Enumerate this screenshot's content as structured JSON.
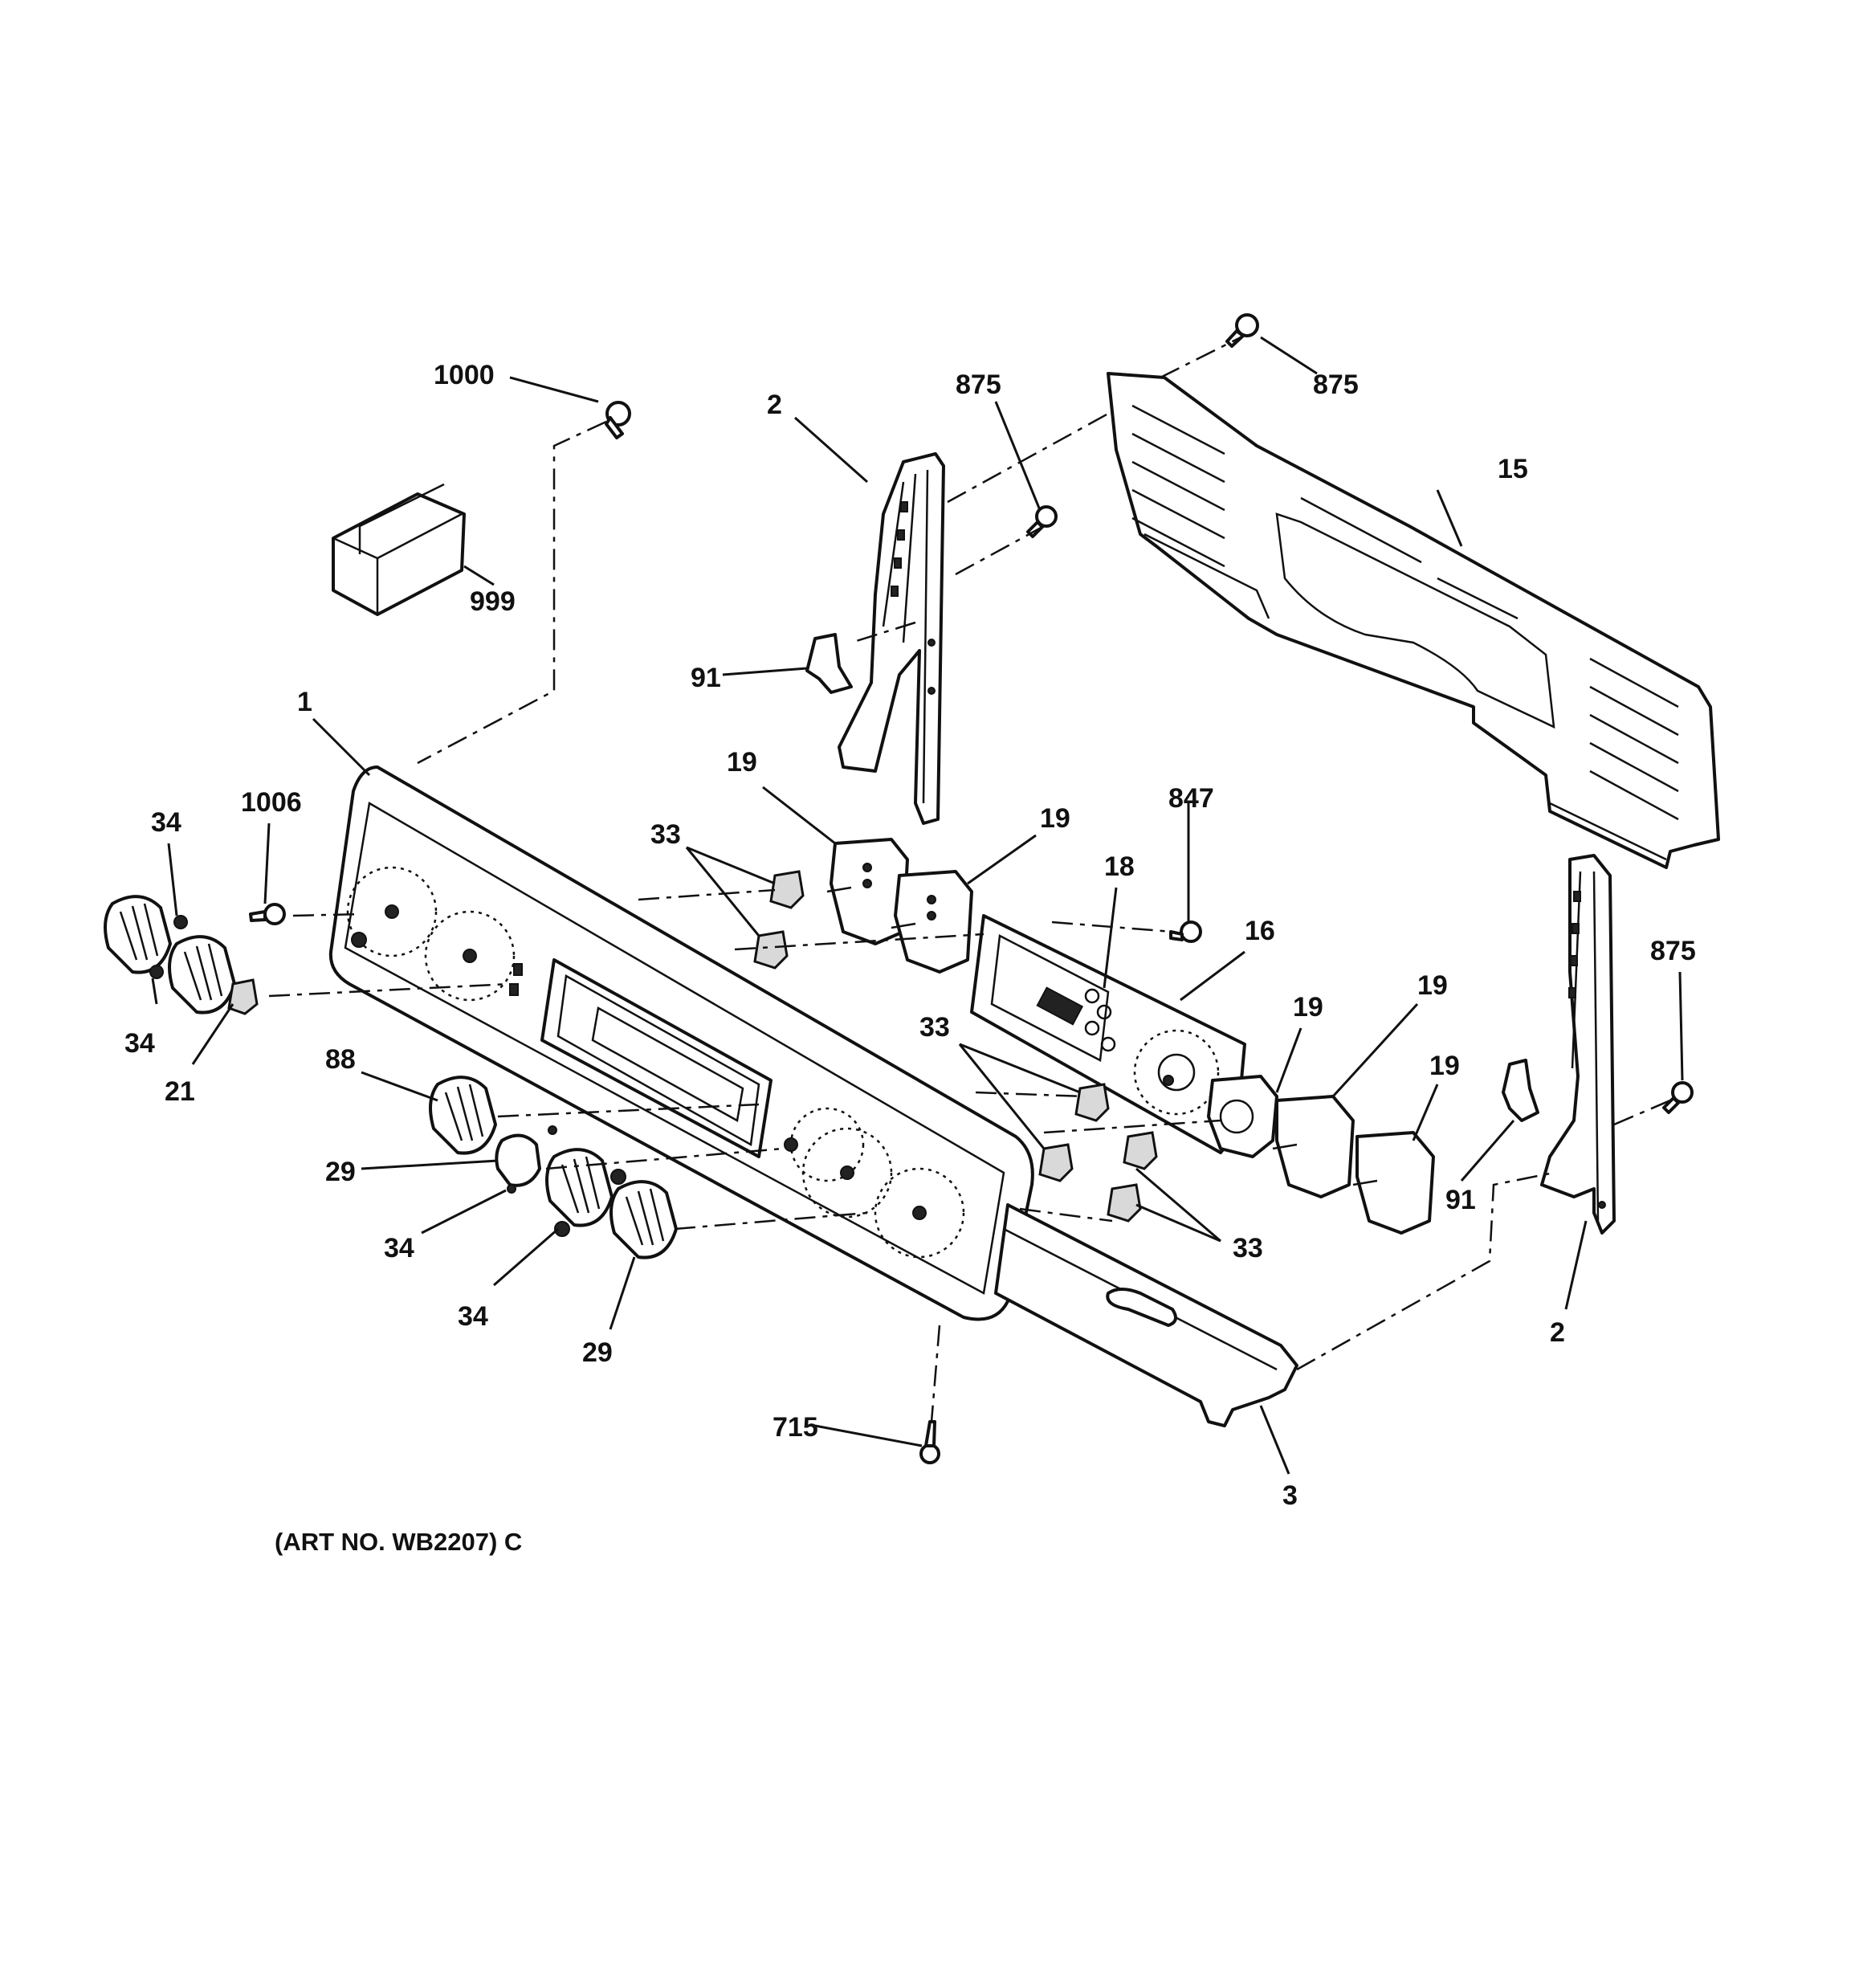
{
  "figure": {
    "art_number": "(ART NO. WB2207) C"
  },
  "callouts": {
    "c1000": "1000",
    "c999": "999",
    "c2_top": "2",
    "c91_top": "91",
    "c875_a": "875",
    "c875_b": "875",
    "c875_c": "875",
    "c15": "15",
    "c1": "1",
    "c1006": "1006",
    "c34_a": "34",
    "c34_b": "34",
    "c34_c": "34",
    "c34_d": "34",
    "c21": "21",
    "c88": "88",
    "c29_a": "29",
    "c29_b": "29",
    "c33_a": "33",
    "c33_b": "33",
    "c33_c": "33",
    "c19_a": "19",
    "c19_b": "19",
    "c19_c": "19",
    "c19_d": "19",
    "c19_e": "19",
    "c847": "847",
    "c18": "18",
    "c16": "16",
    "c91_right": "91",
    "c2_right": "2",
    "c715": "715",
    "c3": "3"
  },
  "colors": {
    "line": "#111111",
    "background": "#ffffff"
  }
}
